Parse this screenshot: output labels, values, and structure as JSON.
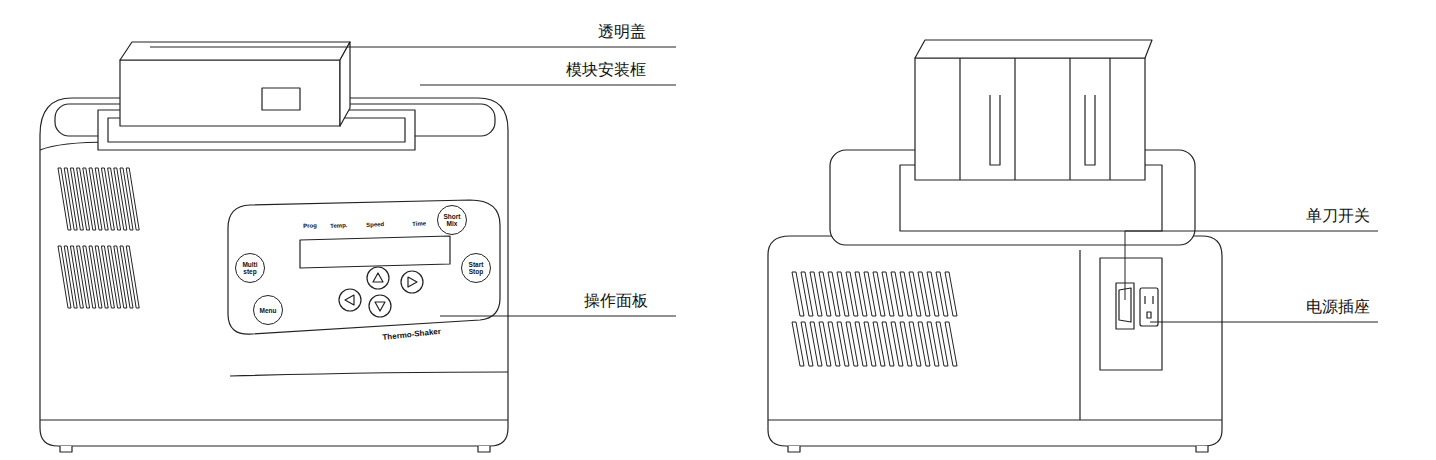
{
  "diagram": {
    "nodes": [
      {
        "text": [
          "Short Mix"
        ]
      },
      {
        "text": [
          "Multi step"
        ]
      },
      {
        "text": [
          "Start Stop"
        ]
      },
      {
        "text": [
          "Menu"
        ]
      }
    ],
    "labels": [
      "透明盖",
      "模块安装框",
      "操作面板",
      "单刀开关",
      "电源插座",
      "Prog",
      "Temp.",
      "Speed",
      "Time",
      "Thermo-Shaker"
    ]
  }
}
